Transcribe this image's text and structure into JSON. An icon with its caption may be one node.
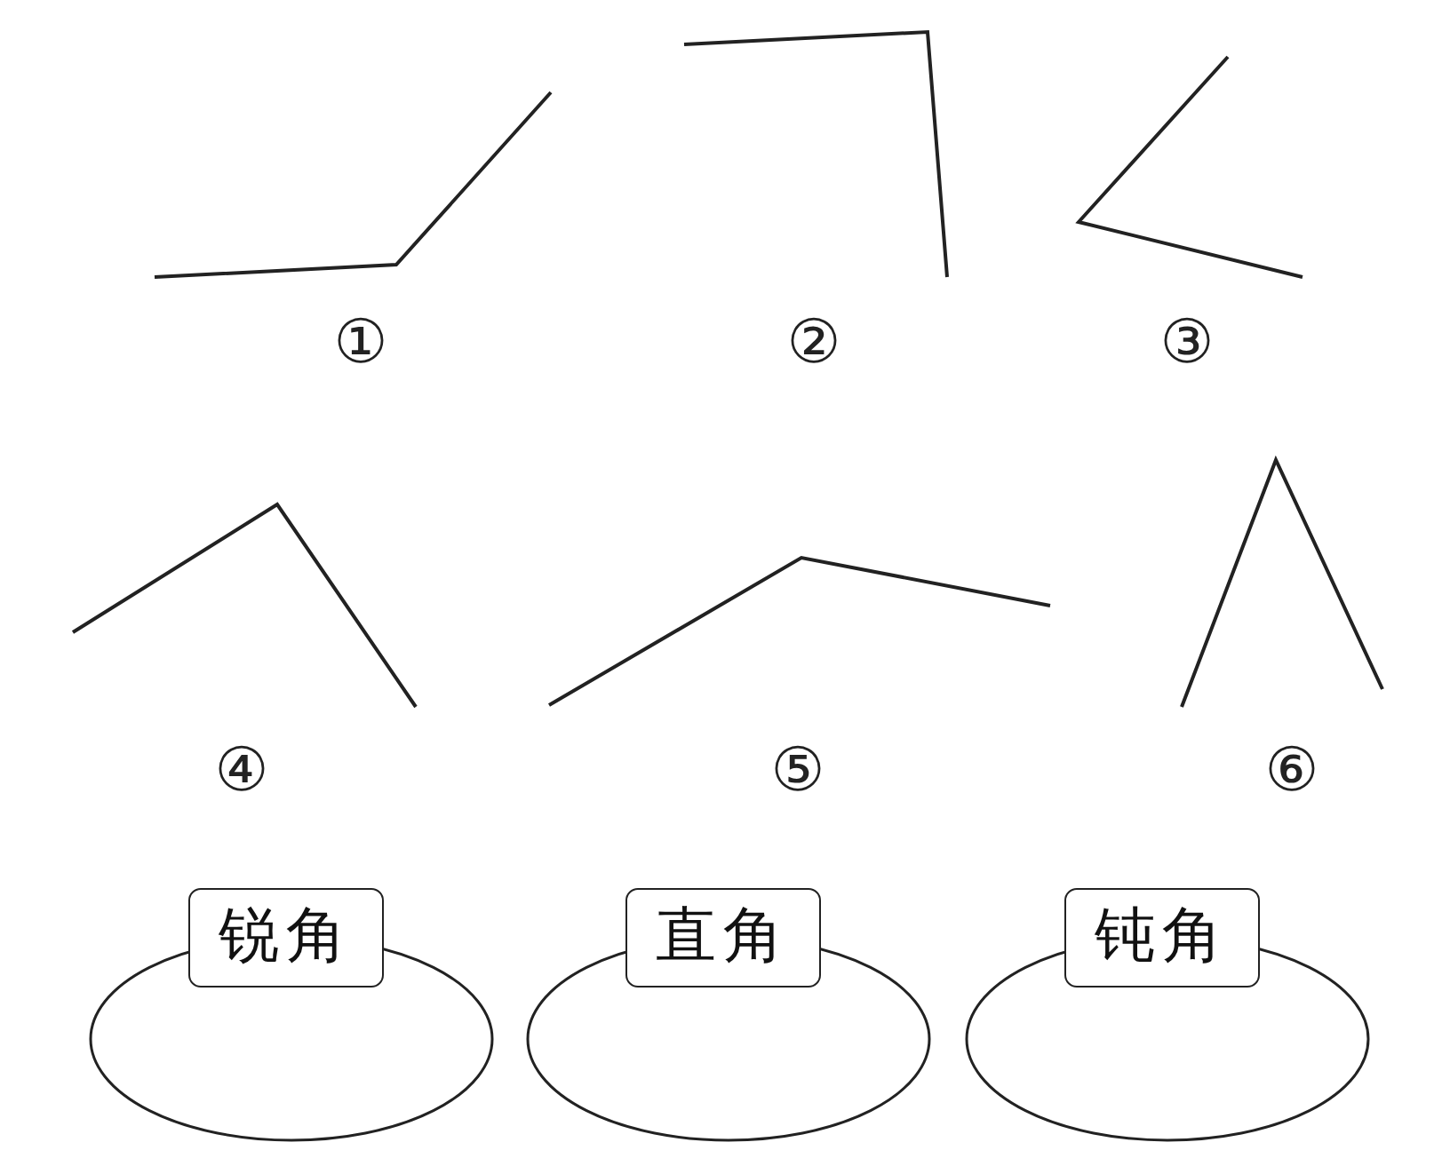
{
  "diagram": {
    "nodes": [
      {
        "text": [
          "锐角"
        ]
      },
      {
        "text": [
          "直角"
        ]
      },
      {
        "text": [
          "钝角"
        ]
      }
    ],
    "labels": [
      "①",
      "②",
      "③",
      "④",
      "⑤",
      "⑥"
    ]
  }
}
